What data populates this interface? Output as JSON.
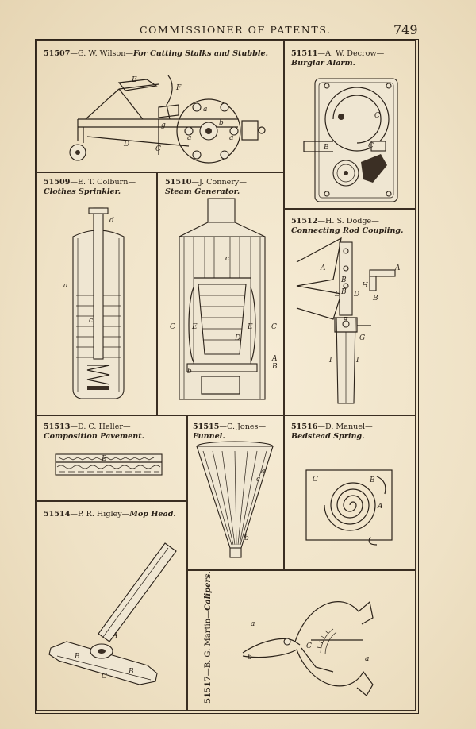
{
  "header": {
    "title": "COMMISSIONER OF PATENTS.",
    "page_number": "749"
  },
  "entries": [
    {
      "number": "51507",
      "text": "—G. W. Wilson—",
      "title": "For Cutting Stalks and Stubble."
    },
    {
      "number": "51511",
      "text": "—A. W. Decrow—",
      "title": "Burglar Alarm."
    },
    {
      "number": "51509",
      "text": "—E. T. Colburn—",
      "title": "Clothes Sprinkler."
    },
    {
      "number": "51510",
      "text": "—J. Connery—",
      "title": "Steam Generator."
    },
    {
      "number": "51512",
      "text": "—H. S. Dodge—",
      "title": "Connecting Rod Coupling."
    },
    {
      "number": "51513",
      "text": "—D. C. Heller—",
      "title": "Composition Pavement."
    },
    {
      "number": "51515",
      "text": "—C. Jones—",
      "title": "Funnel."
    },
    {
      "number": "51516",
      "text": "—D. Manuel—",
      "title": "Bedstead Spring."
    },
    {
      "number": "51514",
      "text": "—P. R. Higley—",
      "title": "Mop Head."
    },
    {
      "number": "51517",
      "text": "—B. G. Martin—",
      "title": "Calipers."
    }
  ],
  "figure_labels": {
    "wilson": [
      "E",
      "F",
      "a",
      "b",
      "a",
      "a",
      "g",
      "C",
      "D"
    ],
    "decrow": [
      "C",
      "B",
      "C"
    ],
    "colburn": [
      "d",
      "a",
      "c"
    ],
    "connery": [
      "c",
      "C",
      "E",
      "E",
      "C",
      "D",
      "A",
      "B",
      "b"
    ],
    "dodge": [
      "A",
      "B",
      "B",
      "A",
      "H",
      "B",
      "D",
      "D",
      "E",
      "G",
      "I",
      "I"
    ],
    "heller": [
      "B"
    ],
    "jones": [
      "a",
      "c",
      "b"
    ],
    "manuel": [
      "C",
      "B",
      "A"
    ],
    "higley": [
      "A",
      "B",
      "B",
      "C"
    ],
    "martin": [
      "a",
      "b",
      "C",
      "a"
    ]
  }
}
